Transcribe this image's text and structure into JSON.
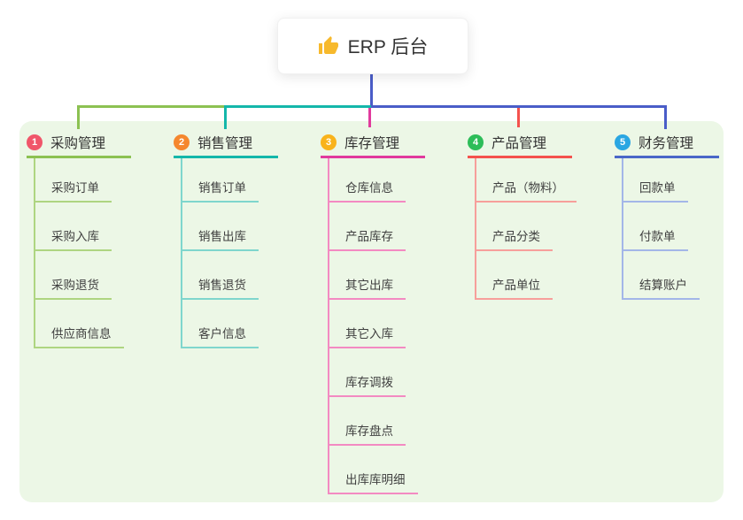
{
  "root": {
    "label": "ERP 后台",
    "icon": "thumbs-up-icon"
  },
  "branches": [
    {
      "number": "1",
      "label": "采购管理",
      "badge_color": "#f0566a",
      "line_color": "#8cc152",
      "child_line_color": "#aed581",
      "children": [
        "采购订单",
        "采购入库",
        "采购退货",
        "供应商信息"
      ]
    },
    {
      "number": "2",
      "label": "销售管理",
      "badge_color": "#f5872e",
      "line_color": "#14b7aa",
      "child_line_color": "#7fd6cd",
      "children": [
        "销售订单",
        "销售出库",
        "销售退货",
        "客户信息"
      ]
    },
    {
      "number": "3",
      "label": "库存管理",
      "badge_color": "#f9b31b",
      "line_color": "#e13a9d",
      "child_line_color": "#f38ac2",
      "children": [
        "仓库信息",
        "产品库存",
        "其它出库",
        "其它入库",
        "库存调拨",
        "库存盘点",
        "出库库明细"
      ]
    },
    {
      "number": "4",
      "label": "产品管理",
      "badge_color": "#2dbd59",
      "line_color": "#f4524d",
      "child_line_color": "#f79f9b",
      "children": [
        "产品（物料）",
        "产品分类",
        "产品单位"
      ]
    },
    {
      "number": "5",
      "label": "财务管理",
      "badge_color": "#2aa6e2",
      "line_color": "#4a67c8",
      "child_line_color": "#a3b6e8",
      "children": [
        "回款单",
        "付款单",
        "结算账户"
      ]
    }
  ],
  "connectors": {
    "root_line_color": "#4a5dc8"
  },
  "canvas": {
    "background": "#ffffff",
    "panel_color": "#ecf7e6"
  }
}
